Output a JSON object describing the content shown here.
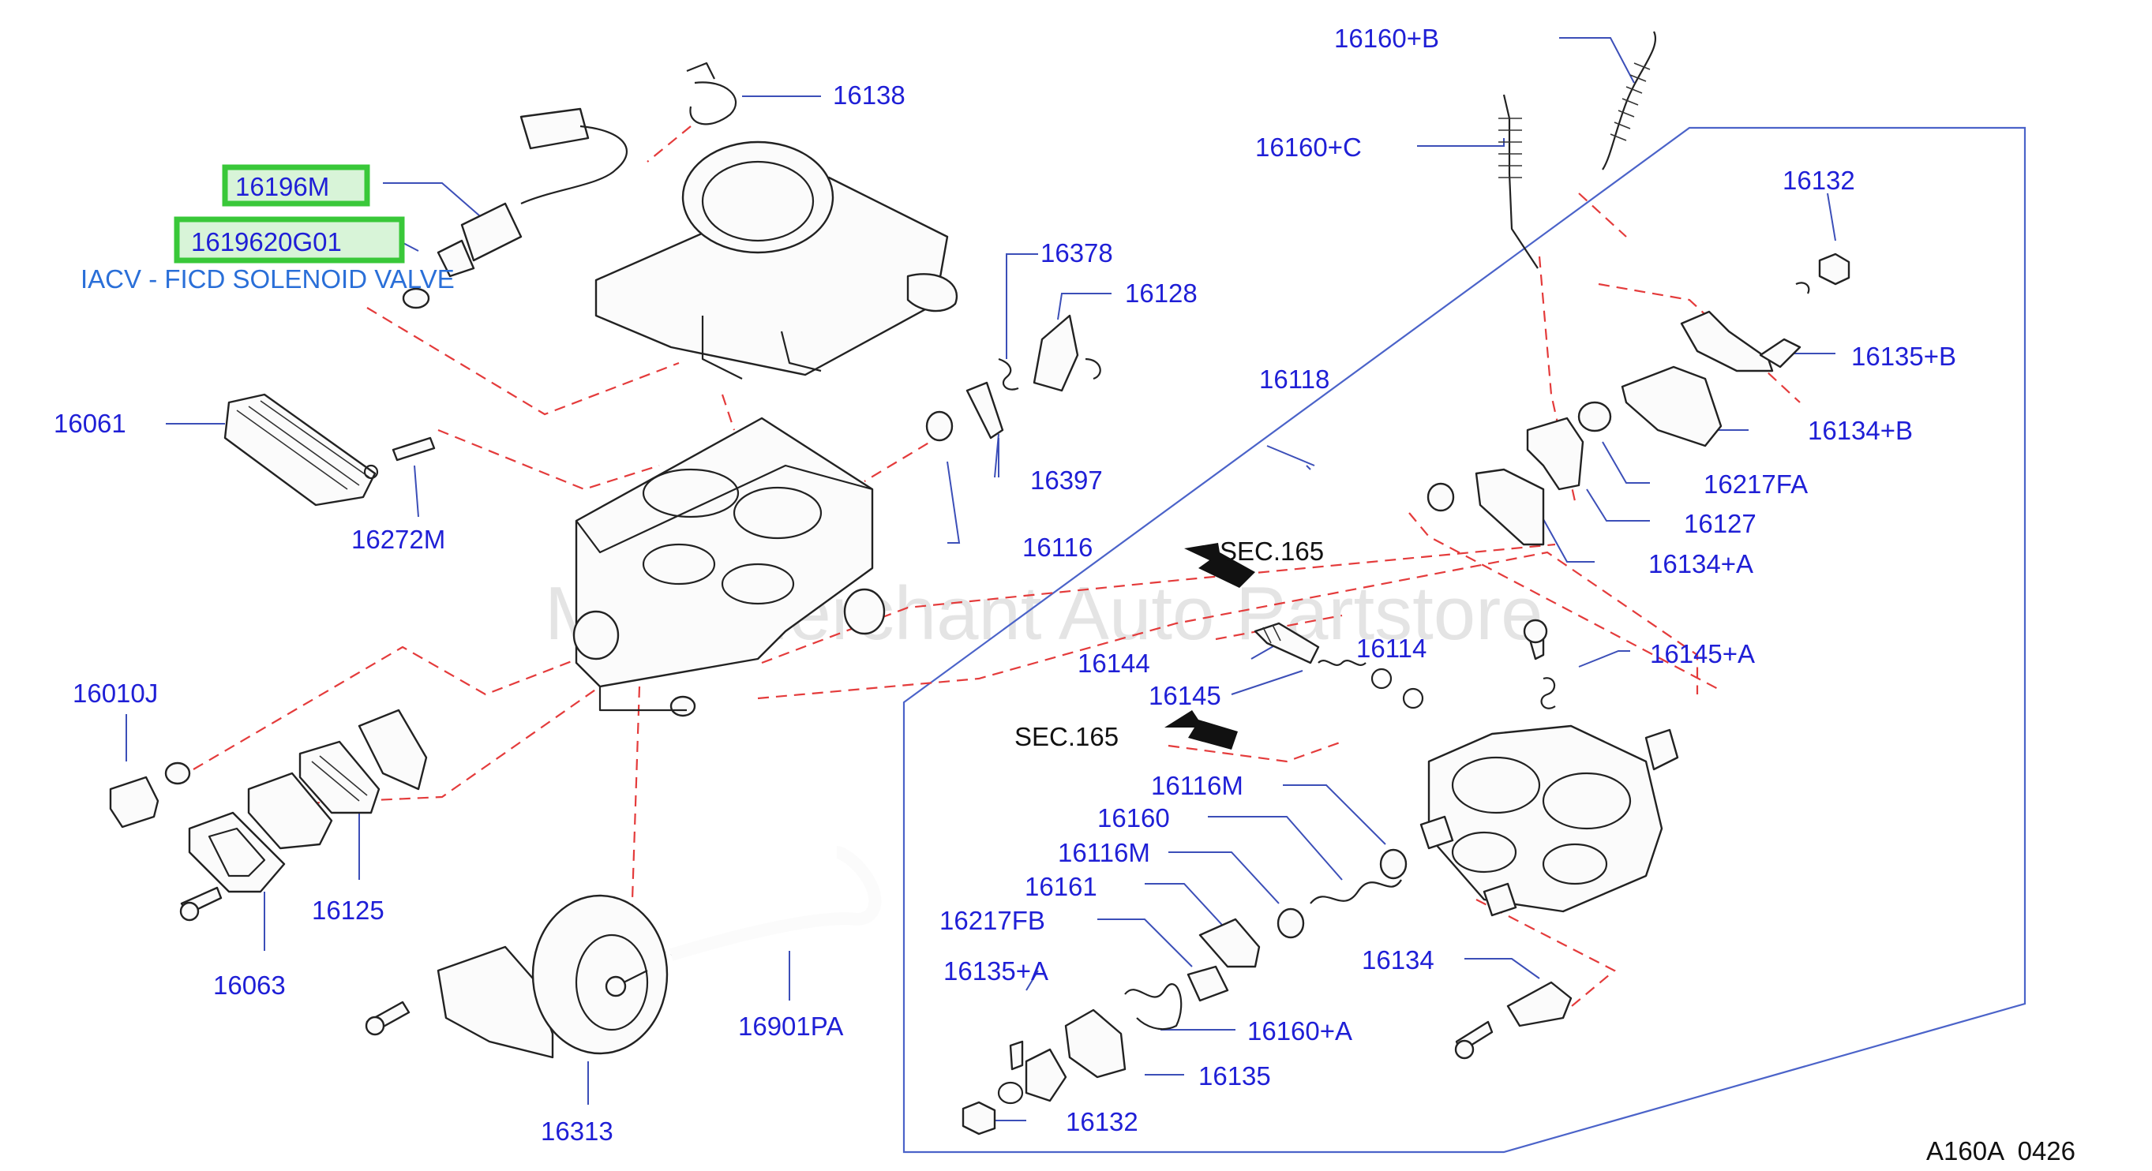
{
  "diagram": {
    "watermark": "Multi Merchant Auto Partstore",
    "footer_code": "A160A  0426",
    "section_refs": [
      "SEC.165",
      "SEC.165"
    ],
    "highlight_color": "#39c839",
    "label_color": "#1f1fd6",
    "dash_color": "#e43b3b",
    "highlighted_part": {
      "label_primary": "16196M",
      "label_secondary": "1619620G01",
      "description": "IACV - FICD SOLENOID VALVE"
    },
    "labels": [
      "16138",
      "16061",
      "16272M",
      "16010J",
      "16125",
      "16063",
      "16313",
      "16901PA",
      "16378",
      "16128",
      "16397",
      "16116",
      "16160+B",
      "16160+C",
      "16132",
      "16135+B",
      "16118",
      "16134+B",
      "16217FA",
      "16127",
      "16134+A",
      "16144",
      "16114",
      "16145+A",
      "16145",
      "16116M",
      "16160",
      "16116M",
      "16161",
      "16217FB",
      "16135+A",
      "16160+A",
      "16135",
      "16132",
      "16134"
    ]
  }
}
